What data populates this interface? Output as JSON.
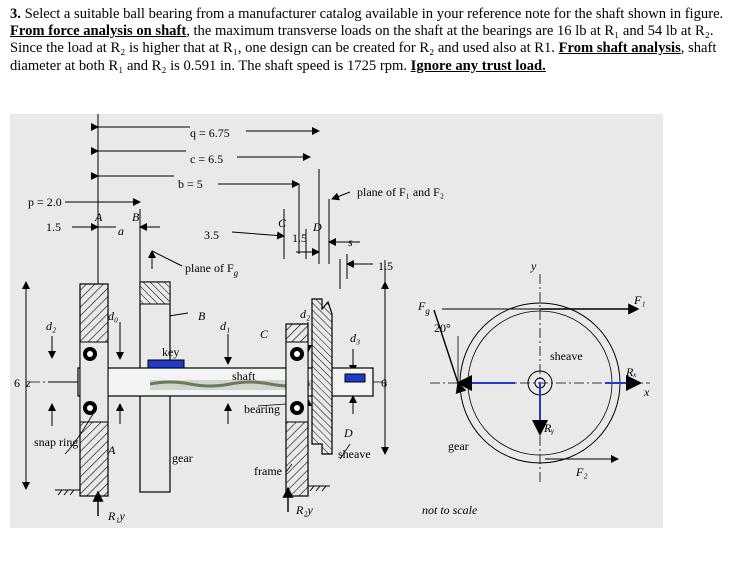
{
  "problem": {
    "number": "3.",
    "intro": "Select a suitable ball bearing from a manufacturer catalog available in your reference note for the shaft shown in figure.",
    "force_heading": "From force analysis on shaft",
    "force_text": ", the maximum transverse loads on the shaft at the bearings are 16 lb at R₁ and 54 lb at R₂. Since the load at R₂ is higher that at R₁, one design can be created for R₂ and used also at R1.",
    "shaft_heading": "From shaft analysis",
    "shaft_text": ", shaft diameter at both R₁ and R₂ is 0.591 in. The shaft speed is 1725 rpm.",
    "ignore_text": "Ignore any trust load."
  },
  "figure": {
    "dims": {
      "q": "q = 6.75",
      "c": "c = 6.5",
      "b": "b = 5",
      "p": "p = 2.0",
      "p15": "1.5",
      "a": "a",
      "ab35": "3.5",
      "cd15": "1.5",
      "s": "s",
      "s15": "1.5",
      "six_right": "6",
      "six_left": "6"
    },
    "labels": {
      "A_top": "A",
      "B_top": "B",
      "C_top": "C",
      "D_top": "D",
      "plane_f1f2": "plane of F₁ and F₂",
      "plane_fg": "plane of F",
      "plane_fg_sub": "g",
      "d0": "d₀",
      "d1": "d₁",
      "d2_left": "d₂",
      "d2_mid": "d₂",
      "d3": "d₃",
      "B_mid": "B",
      "C_mid": "C",
      "key": "key",
      "shaft": "shaft",
      "bearing": "bearing",
      "z": "z",
      "snap_ring": "snap ring",
      "A_low": "A",
      "gear": "gear",
      "frame": "frame",
      "D_low": "D",
      "sheave": "sheave",
      "R1y": "R₁y",
      "R2y": "R₂y"
    },
    "side_view": {
      "Fg": "F",
      "Fg_sub": "g",
      "angle": "20°",
      "y": "y",
      "F1": "F₁",
      "sheave": "sheave",
      "Rx": "Rₓ",
      "x": "x",
      "Ry": "Rᵧ",
      "gear": "gear",
      "F2": "F₂",
      "note": "not to scale"
    }
  }
}
